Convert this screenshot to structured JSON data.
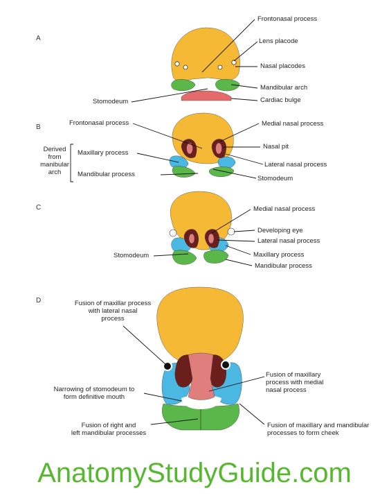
{
  "colors": {
    "frontonasal": "#f6b935",
    "maxillary": "#4bb8e3",
    "mandibular": "#5bb74a",
    "cardiac": "#e56a6a",
    "nasal_pit": "#e07e7e",
    "nasal_process_dark": "#6b1f1c",
    "watermark": "#55b82e"
  },
  "panels": {
    "A": {
      "letter": "A",
      "labels": {
        "frontonasal": "Frontonasal process",
        "lens": "Lens placode",
        "nasal_placodes": "Nasal placodes",
        "stomodeum": "Stomodeum",
        "mandibular": "Mandibular arch",
        "cardiac": "Cardiac bulge"
      }
    },
    "B": {
      "letter": "B",
      "labels": {
        "frontonasal": "Frontonasal process",
        "medial_nasal": "Medial nasal process",
        "nasal_pit": "Nasal pit",
        "derived_line1": "Derived",
        "derived_line2": "from",
        "derived_line3": "manibular",
        "derived_line4": "arch",
        "maxillary": "Maxillary process",
        "lateral_nasal": "Lateral nasal process",
        "mandibular": "Mandibular process",
        "stomodeum": "Stomodeum"
      }
    },
    "C": {
      "letter": "C",
      "labels": {
        "medial_nasal": "Medial nasal process",
        "developing_eye": "Developing eye",
        "lateral_nasal": "Lateral nasal process",
        "stomodeum": "Stomodeum",
        "maxillary": "Maxillary process",
        "mandibular": "Mandibular process"
      }
    },
    "D": {
      "letter": "D",
      "labels": {
        "fusion_lateral_l1": "Fusion of maxillar process",
        "fusion_lateral_l2": "with lateral nasal",
        "fusion_lateral_l3": "process",
        "fusion_medial_l1": "Fusion of maxillary",
        "fusion_medial_l2": "process with medial",
        "fusion_medial_l3": "nasal process",
        "narrowing_l1": "Narrowing of stomodeum to",
        "narrowing_l2": "form definitive mouth",
        "fusion_mand_l1": "Fusion of right and",
        "fusion_mand_l2": "left mandibular processes",
        "cheek_l1": "Fusion of maxillary and mandibular",
        "cheek_l2": "processes to form cheek"
      }
    }
  },
  "watermark": "AnatomyStudyGuide.com"
}
